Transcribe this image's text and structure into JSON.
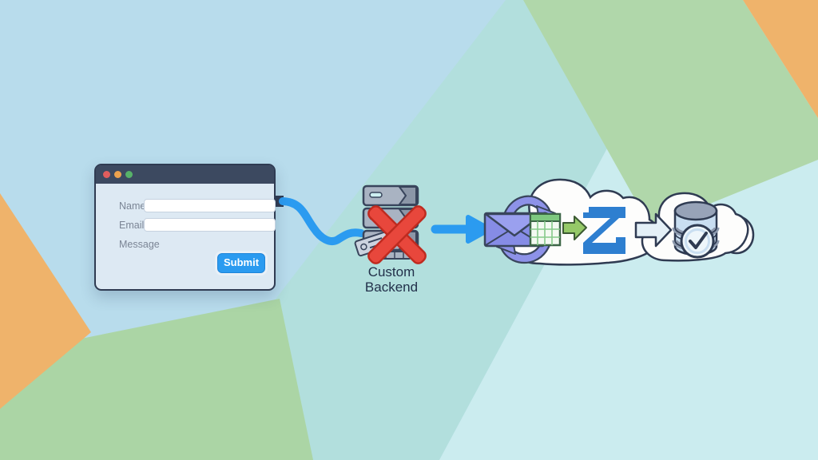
{
  "window": {
    "name": "contact-form-window",
    "dots": [
      "red",
      "yellow",
      "green"
    ],
    "fields": [
      {
        "label": "Name",
        "value": "",
        "placeholder": ""
      },
      {
        "label": "Email",
        "value": "",
        "placeholder": ""
      }
    ],
    "message_label": "Message",
    "submit_label": "Submit"
  },
  "backend": {
    "label": "Custom\nBackend"
  },
  "icons": [
    "traffic-lights",
    "server-stack",
    "error-x",
    "id-card",
    "connector-curve",
    "flow-arrow-blue",
    "cloud",
    "sync-arrows",
    "envelope",
    "spreadsheet",
    "green-step-arrow",
    "z-logo",
    "outline-flow-arrow",
    "database",
    "check-badge"
  ],
  "colors": {
    "accent_blue": "#2b9bf0",
    "error_red": "#e8473c",
    "purple": "#8d92e8",
    "sheet_green": "#7dc87f",
    "arrow_green": "#95c968",
    "z_blue": "#2e7fd0",
    "bg_light_blue": "#b8dcec",
    "bg_teal": "#b2dfdd",
    "bg_cyan": "#cbecef",
    "bg_green": "#abd5a5",
    "bg_orange": "#efb36b",
    "outline_navy": "#2f3b52"
  }
}
